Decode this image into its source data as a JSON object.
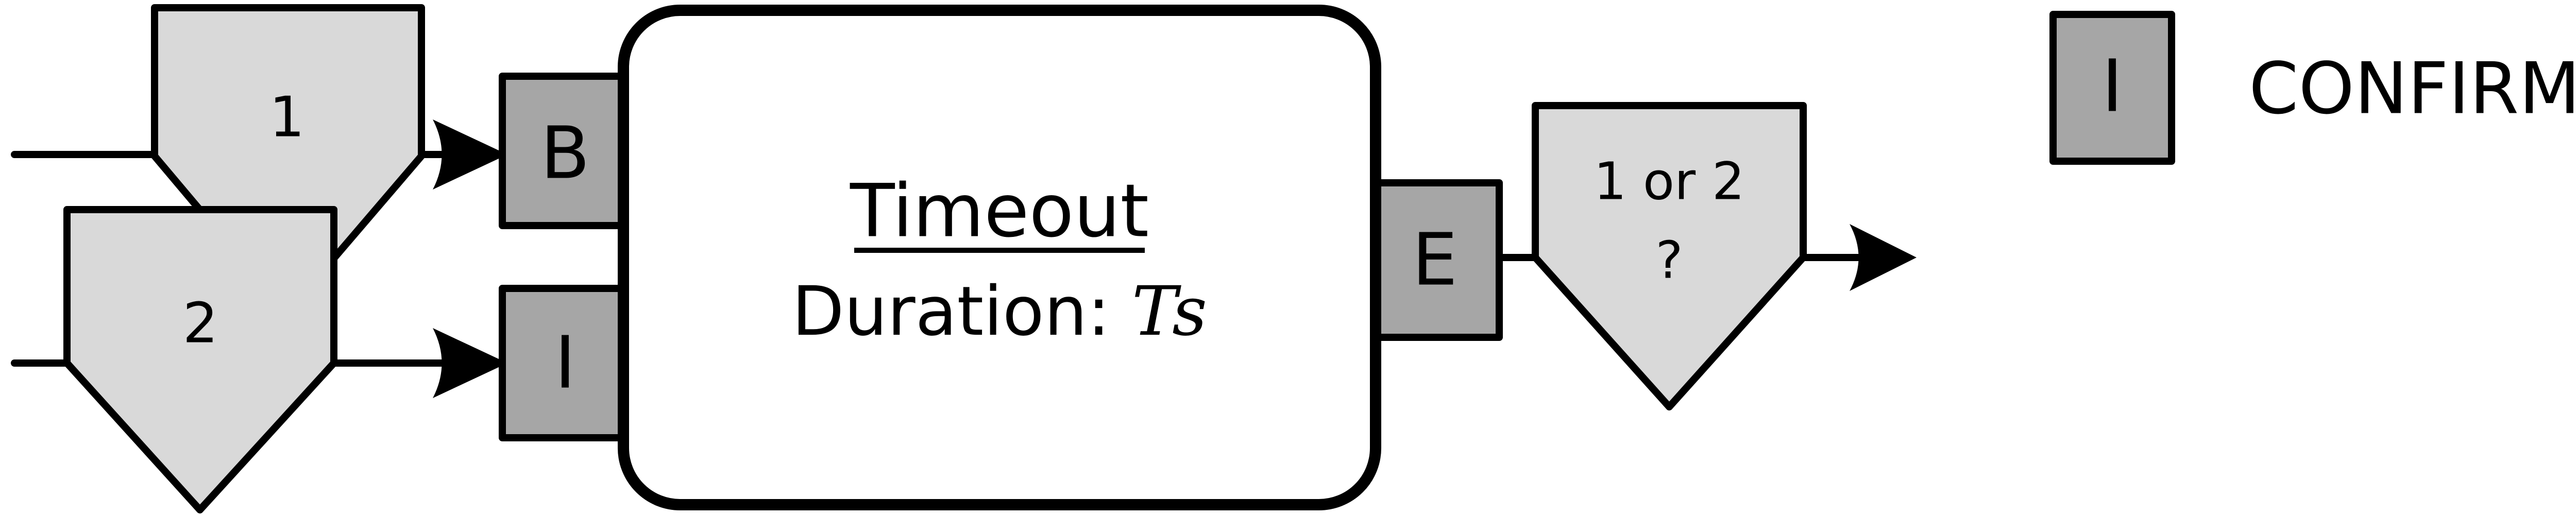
{
  "tokens": {
    "input_1": "1",
    "input_2": "2",
    "output_line1": "1 or 2",
    "output_line2": "?"
  },
  "ports": {
    "begin": "B",
    "interrupt": "I",
    "end": "E"
  },
  "block": {
    "title": "Timeout",
    "duration_label": "Duration: ",
    "duration_value": "Ts"
  },
  "legend": {
    "symbol": "I",
    "label": "CONFIRM"
  },
  "colors": {
    "token_fill": "#d9d9d9",
    "port_fill": "#a6a6a6",
    "stroke": "#000000"
  }
}
